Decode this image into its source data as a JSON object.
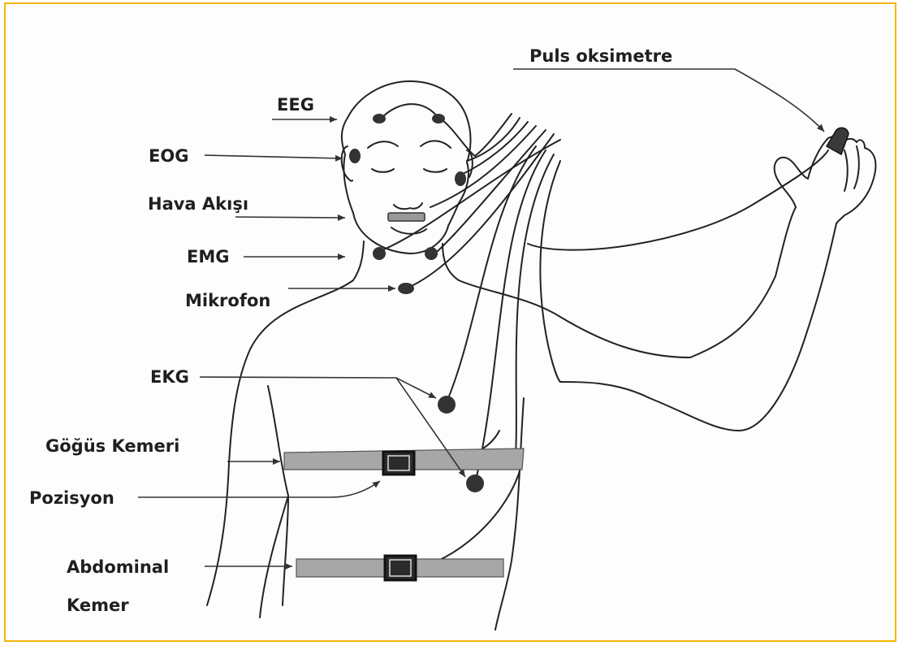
{
  "diagram": {
    "border_color": "#f5b70a",
    "labels": {
      "eeg": "EEG",
      "eog": "EOG",
      "airflow": "Hava Akışı",
      "emg": "EMG",
      "microphone": "Mikrofon",
      "ekg": "EKG",
      "chest_belt": "Göğüs Kemeri",
      "position": "Pozisyon",
      "abdominal_belt_line1": "Abdominal",
      "abdominal_belt_line2": "Kemer",
      "pulse_oximeter": "Puls oksimetre"
    }
  }
}
